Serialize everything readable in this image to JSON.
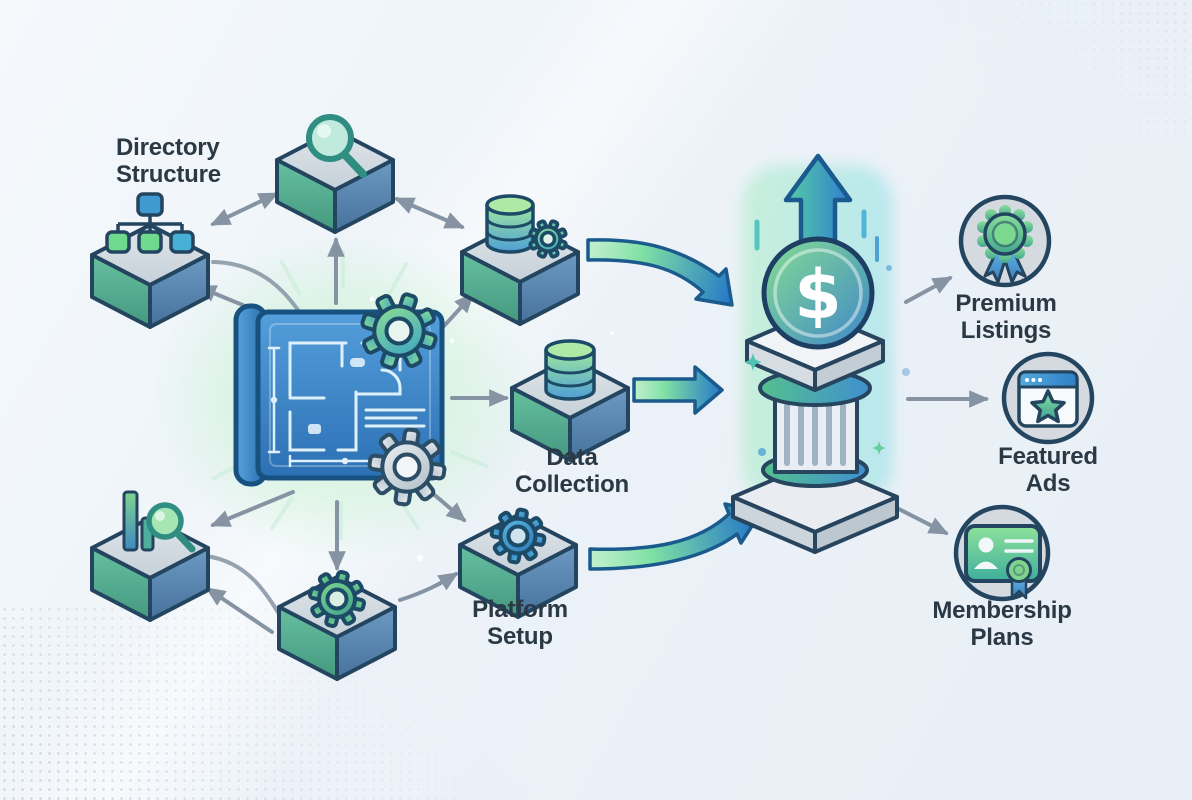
{
  "labels": {
    "directory_structure": "Directory\nStructure",
    "data_collection": "Data\nCollection",
    "platform_setup": "Platform\nSetup",
    "premium_listings": "Premium\nListings",
    "featured_ads": "Featured\nAds",
    "membership_plans": "Membership\nPlans"
  },
  "coin": {
    "symbol": "$"
  },
  "icons": [
    "sitemap-icon",
    "search-icon",
    "database-gear-icon",
    "database-icon",
    "blueprint-icon",
    "gear-green-icon",
    "gear-gray-icon",
    "gear-blue-icon",
    "bar-chart-search-icon",
    "growth-arrow-icon",
    "dollar-coin-icon",
    "pillar-icon",
    "award-ribbon-icon",
    "featured-ad-window-icon",
    "membership-card-icon"
  ],
  "colors": {
    "background": "#ecf2f8",
    "outline": "#24455f",
    "arrow_gray": "#8593a2",
    "accent_green": "#6fd48f",
    "accent_blue": "#2e7fc6",
    "accent_teal": "#4fae9c",
    "text": "#2b3945"
  }
}
